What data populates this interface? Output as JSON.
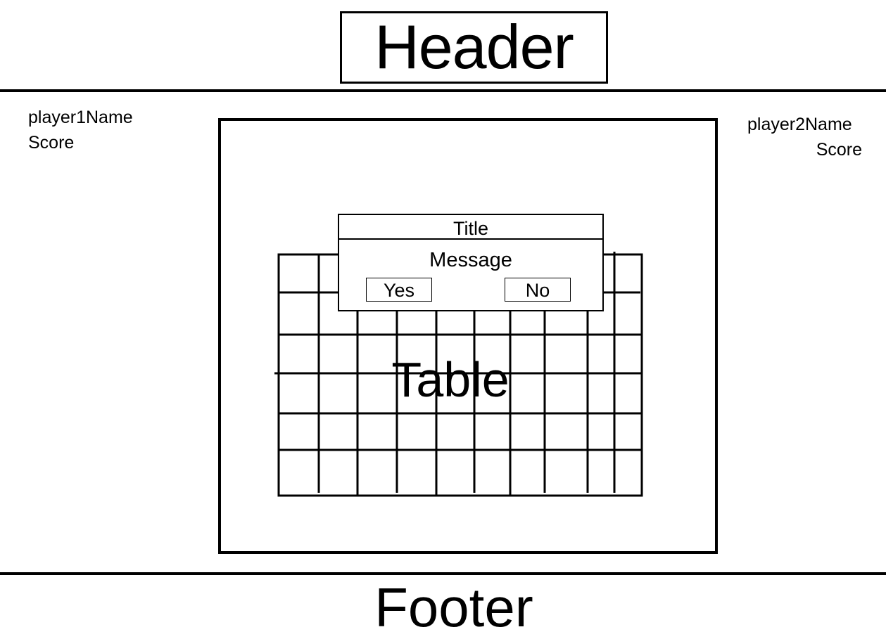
{
  "header": {
    "text": "Header"
  },
  "player1": {
    "name": "player1Name",
    "score_label": "Score"
  },
  "player2": {
    "name": "player2Name",
    "score_label": "Score"
  },
  "board": {
    "label": "Table"
  },
  "dialog": {
    "title": "Title",
    "message": "Message",
    "yes_label": "Yes",
    "no_label": "No"
  },
  "footer": {
    "text": "Footer"
  }
}
